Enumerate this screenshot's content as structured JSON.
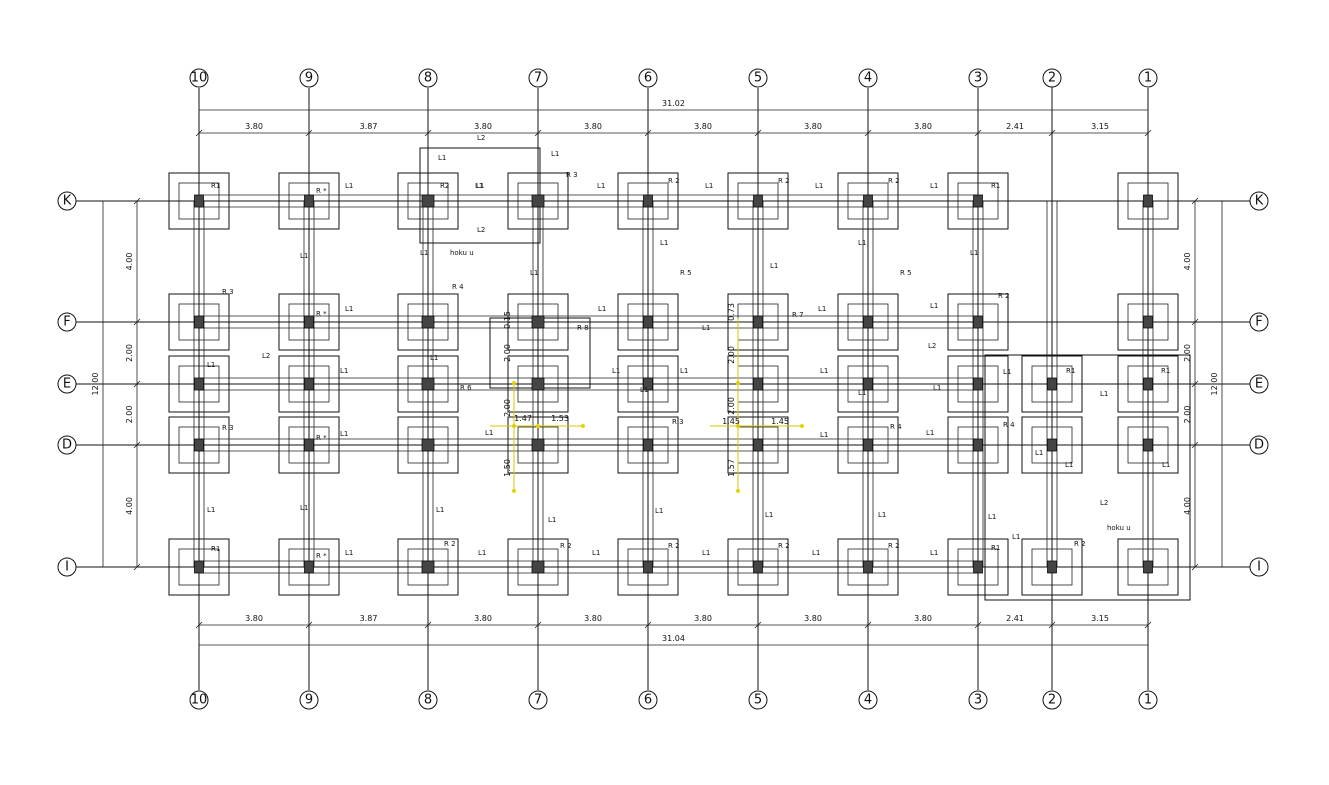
{
  "grid_v": [
    "10",
    "9",
    "8",
    "7",
    "6",
    "5",
    "4",
    "3",
    "2",
    "1"
  ],
  "grid_h": [
    "K",
    "F",
    "E",
    "D",
    "I"
  ],
  "top_total": "31.02",
  "bottom_total": "31.04",
  "top_spans": [
    "3.80",
    "3.87",
    "3.80",
    "3.80",
    "3.80",
    "3.80",
    "3.80",
    "2.41",
    "3.15"
  ],
  "bottom_spans": [
    "3.80",
    "3.87",
    "3.80",
    "3.80",
    "3.80",
    "3.80",
    "3.80",
    "2.41",
    "3.15"
  ],
  "left_spans": [
    "4.00",
    "2.00",
    "2.00",
    "4.00"
  ],
  "left_total": "12.00",
  "right_spans": [
    "4.00",
    "2.00",
    "2.00",
    "4.00"
  ],
  "right_total": "12.00",
  "inner_dims": {
    "d015": "0.15",
    "d200a": "2.00",
    "d200b": "2.00",
    "d150": "1.50",
    "d147": "1.47",
    "d153": "1.53",
    "d073": "0.73",
    "d200c": "2.00",
    "d200d": "2.00",
    "d157": "1.57",
    "d145a": "1.45",
    "d145b": "1.45"
  },
  "labels": {
    "L1": "L1",
    "L2": "L2",
    "R1": "R1",
    "R2": "R 2",
    "R2b": "R2",
    "R3": "R 3",
    "R4": "R 4",
    "R5": "R 5",
    "R6": "R 6",
    "R7": "R 7",
    "R8": "R 8",
    "Rstar": "R *",
    "hoku": "hoku u"
  }
}
